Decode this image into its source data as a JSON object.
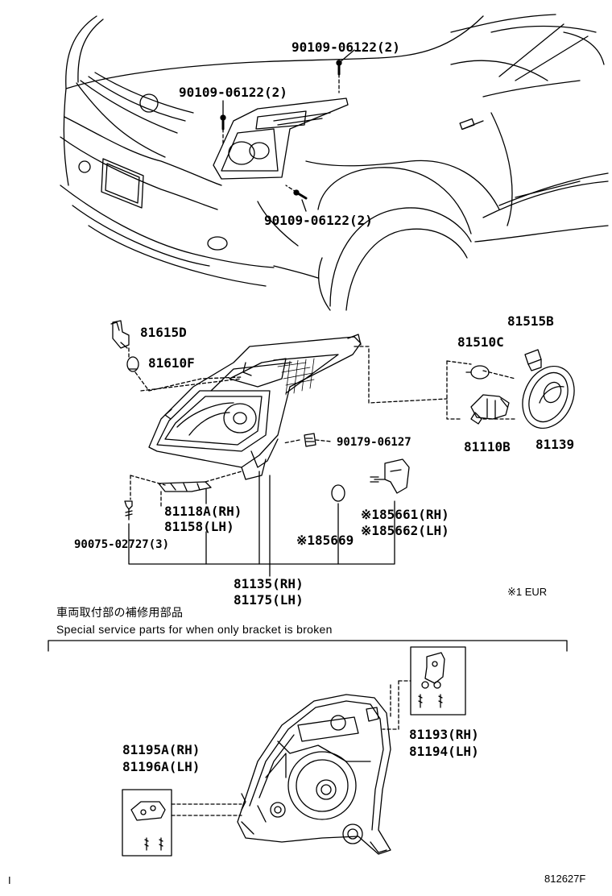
{
  "labels": {
    "p90109_top": "90109-06122(2)",
    "p90109_left": "90109-06122(2)",
    "p90109_bottom": "90109-06122(2)",
    "p81615D": "81615D",
    "p81610F": "81610F",
    "p81515B": "81515B",
    "p81510C": "81510C",
    "p90179": "90179-06127",
    "p81110B": "81110B",
    "p81139": "81139",
    "p81118A": "81118A(RH)",
    "p81158": "81158(LH)",
    "p90075": "90075-02727(3)",
    "p85661": "※185661(RH)",
    "p85662": "※185662(LH)",
    "p85669": "※185669",
    "p81135": "81135(RH)",
    "p81175": "81175(LH)",
    "p81195A": "81195A(RH)",
    "p81196A": "81196A(LH)",
    "p81193": "81193(RH)",
    "p81194": "81194(LH)"
  },
  "footnote": "※1 EUR",
  "note_jp": "車両取付部の補修用部品",
  "note_en": "Special service parts for when only bracket is broken",
  "diagram_ref": "812627F",
  "corner_mark": "I"
}
